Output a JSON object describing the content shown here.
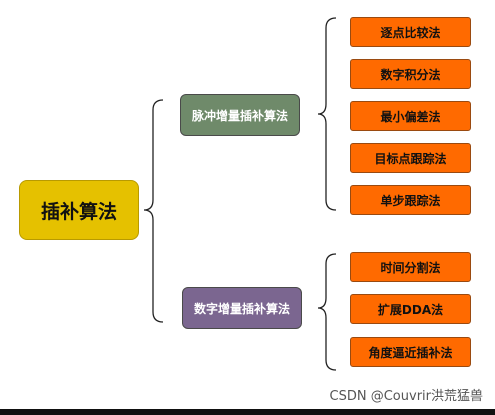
{
  "root": {
    "label": "插补算法"
  },
  "groups": [
    {
      "label": "脉冲增量插补算法",
      "color": "#6f8a6a",
      "items": [
        "逐点比较法",
        "数字积分法",
        "最小偏差法",
        "目标点跟踪法",
        "单步跟踪法"
      ]
    },
    {
      "label": "数字增量插补算法",
      "color": "#7b6690",
      "items": [
        "时间分割法",
        "扩展DDA法",
        "角度逼近插补法"
      ]
    }
  ],
  "colors": {
    "root": "#e5c100",
    "leaf": "#ff6a00",
    "bracket": "#222222"
  },
  "watermark": "CSDN @Couvrir洪荒猛兽"
}
